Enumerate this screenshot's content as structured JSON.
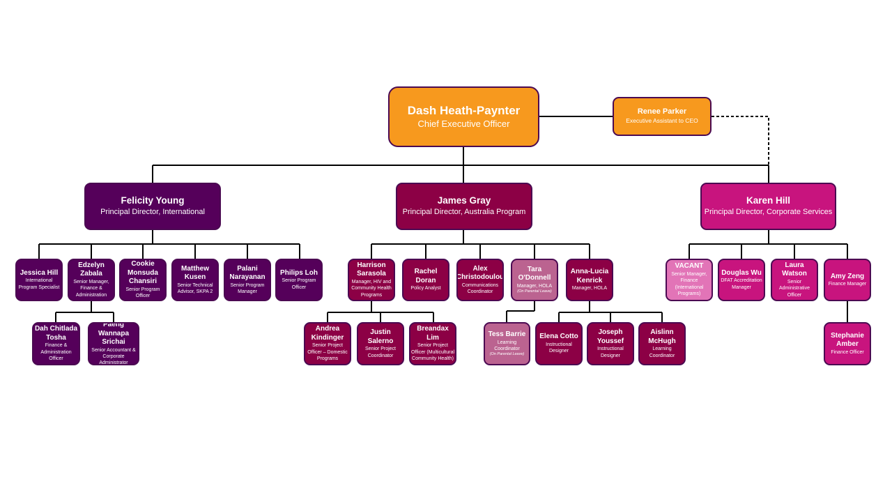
{
  "colors": {
    "orange": "#f7991e",
    "international": "#55005a",
    "australia": "#8c0045",
    "corporate": "#c8147e",
    "on_leave": "#bb6390",
    "vacant": "#e274b7",
    "border": "#4b0a52"
  },
  "nodes": [
    {
      "name": "Dash Heath-Paynter",
      "title": "Chief Executive Officer",
      "color": "orange"
    },
    {
      "name": "Renee Parker",
      "title": "Executive Assistant to CEO",
      "color": "orange"
    },
    {
      "name": "Felicity Young",
      "title": "Principal Director, International",
      "color": "international"
    },
    {
      "name": "James Gray",
      "title": "Principal Director, Australia Program",
      "color": "australia"
    },
    {
      "name": "Karen Hill",
      "title": "Principal Director, Corporate Services",
      "color": "corporate"
    },
    {
      "name": "Jessica Hill",
      "title": "International Program Specialist",
      "color": "international"
    },
    {
      "name": "Edzelyn Zabala",
      "title": "Senior Manager, Finance & Administration",
      "color": "international"
    },
    {
      "name": "Cookie Monsuda Chansiri",
      "title": "Senior Program Officer",
      "color": "international"
    },
    {
      "name": "Matthew Kusen",
      "title": "Senior Technical Advisor, SKPA 2",
      "color": "international"
    },
    {
      "name": "Palani Narayanan",
      "title": "Senior Program Manager",
      "color": "international"
    },
    {
      "name": "Philips Loh",
      "title": "Senior Program Officer",
      "color": "international"
    },
    {
      "name": "Dah Chitlada Tosha",
      "title": "Finance & Administration Officer",
      "color": "international"
    },
    {
      "name": "Paeng Wannapa Srichai",
      "title": "Senior Accountant & Corporate Administrator",
      "color": "international"
    },
    {
      "name": "Harrison Sarasola",
      "title": "Manager, HIV and Community Health Programs",
      "color": "australia"
    },
    {
      "name": "Rachel Doran",
      "title": "Policy Analyst",
      "color": "australia"
    },
    {
      "name": "Alex Christodoulou",
      "title": "Communications Coordinator",
      "color": "australia"
    },
    {
      "name": "Tara O'Donnell",
      "title": "Manager, HOLA",
      "note": "(On Parental Leave)",
      "color": "on_leave"
    },
    {
      "name": "Anna-Lucia Kenrick",
      "title": "Manager, HOLA",
      "color": "australia"
    },
    {
      "name": "Andrea Kindinger",
      "title": "Senior Project Officer – Domestic Programs",
      "color": "australia"
    },
    {
      "name": "Justin Salerno",
      "title": "Senior Project Coordinator",
      "color": "australia"
    },
    {
      "name": "Breandax Lim",
      "title": "Senior Project Officer (Multicultural Community Health)",
      "color": "australia"
    },
    {
      "name": "Tess Barrie",
      "title": "Learning Coordinator",
      "note": "(On Parental Leave)",
      "color": "on_leave"
    },
    {
      "name": "Elena Cotto",
      "title": "Instructional Designer",
      "color": "australia"
    },
    {
      "name": "Joseph Youssef",
      "title": "Instructional Designer",
      "color": "australia"
    },
    {
      "name": "Aislinn McHugh",
      "title": "Learning Coordinator",
      "color": "australia"
    },
    {
      "name": "VACANT",
      "title": "Senior Manager, Finance (International Programs)",
      "color": "vacant"
    },
    {
      "name": "Douglas Wu",
      "title": "DFAT Accreditation Manager",
      "color": "corporate"
    },
    {
      "name": "Laura Watson",
      "title": "Senior Administrative Officer",
      "color": "corporate"
    },
    {
      "name": "Amy Zeng",
      "title": "Finance Manager",
      "color": "corporate"
    },
    {
      "name": "Stephanie Amber",
      "title": "Finance Officer",
      "color": "corporate"
    }
  ]
}
